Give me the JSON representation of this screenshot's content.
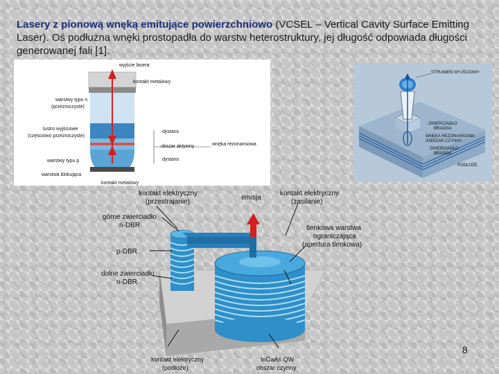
{
  "slide": {
    "title": "Lasery z pionową wnęką emitujące powierzchniowo",
    "body": " (VCSEL – Vertical Cavity Surface Emitting Laser). Oś podłużna wnęki prostopadła do warstw heterostruktury, jej długość odpowiada długości generowanej fali [1].",
    "page_number": "8"
  },
  "cross_section": {
    "labels": {
      "output": "wyjście lasera",
      "top_contact": "kontakt metalowy",
      "n_layers_1": "warstwy typu n",
      "n_layers_2": "(przezroczyste)",
      "output_mirror_1": "lustro wyjściowe",
      "output_mirror_2": "(częściowo przezroczyste)",
      "p_layers": "warstwy typu p",
      "blocking_layer": "warstwa blokująca",
      "bottom_contact": "kontakt metalowy",
      "spacer_top": "dystans",
      "active_region": "obszar aktywny",
      "spacer_bottom": "dystans",
      "resonant_cavity": "wnęka rezonansowa"
    }
  },
  "schematic_3d": {
    "labels": {
      "output_beam": "STRUMIEŃ WYJŚCIOWY",
      "top_mirror_1": "ZWIERCIADŁO",
      "top_mirror_2": "BRAGGA",
      "cavity_1": "WNĘKA REZONANSOWA",
      "cavity_2": "/OBSZAR CZYNNY",
      "bottom_mirror_1": "ZWIERCIADŁO",
      "bottom_mirror_2": "BRAGGA",
      "substrate": "PODŁOŻE"
    }
  },
  "main_diagram": {
    "labels": {
      "contact_mod_1": "kontakt elektryczny",
      "contact_mod_2": "(przestrajanie)",
      "emission": "emisja",
      "contact_pwr_1": "kontakt elektryczny",
      "contact_pwr_2": "(zasilanie)",
      "top_mirror_1": "górne zwierciadło",
      "top_mirror_2": "n-DBR",
      "oxide_1": "tlenkowa warstwa",
      "oxide_2": "ograniczająca",
      "oxide_3": "(apertura tlenkowa)",
      "p_dbr": "p-DBR",
      "bottom_mirror_1": "dolne zwierciadło",
      "bottom_mirror_2": "n-DBR",
      "contact_sub_1": "kontakt elektryczny",
      "contact_sub_2": "(podłoże)",
      "active_1": "InGaAs QW",
      "active_2": "obszar czynny"
    }
  },
  "colors": {
    "title": "#1f2f7a",
    "disk_blue": "#3aa5d8",
    "disk_stripe": "#a9dcf4",
    "emission_arrow": "#d42020"
  }
}
